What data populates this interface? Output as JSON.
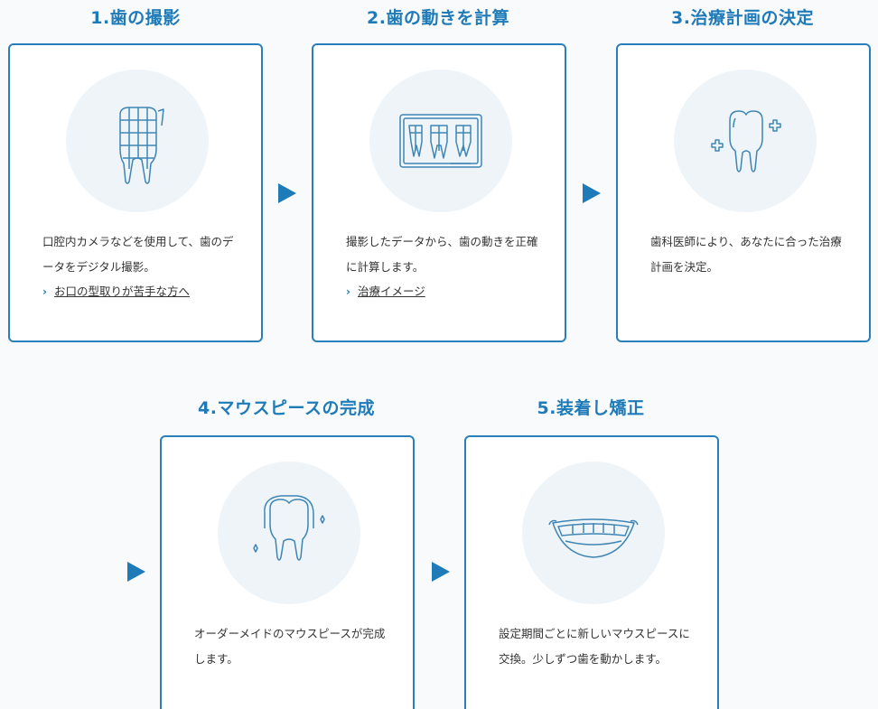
{
  "steps": [
    {
      "title": "1.歯の撮影",
      "desc": "口腔内カメラなどを使用して、歯のデータをデジタル撮影。",
      "link": "お口の型取りが苦手な方へ",
      "icon": "tooth-scan-icon"
    },
    {
      "title": "2.歯の動きを計算",
      "desc": "撮影したデータから、歯の動きを正確に計算します。",
      "link": "治療イメージ",
      "icon": "xray-teeth-icon"
    },
    {
      "title": "3.治療計画の決定",
      "desc": "歯科医師により、あなたに合った治療計画を決定。",
      "icon": "tooth-plus-icon"
    },
    {
      "title": "4.マウスピースの完成",
      "desc": "オーダーメイドのマウスピースが完成します。",
      "icon": "tooth-aligner-icon"
    },
    {
      "title": "5.装着し矯正",
      "desc": "設定期間ごとに新しいマウスピースに交換。少しずつ歯を動かします。",
      "icon": "smile-teeth-icon"
    }
  ],
  "colors": {
    "accent": "#1f7bb8",
    "card_border": "#2a7fba",
    "icon_bg": "#eef4f7",
    "icon_stroke": "#3f86b5"
  },
  "link_chevron": "›"
}
